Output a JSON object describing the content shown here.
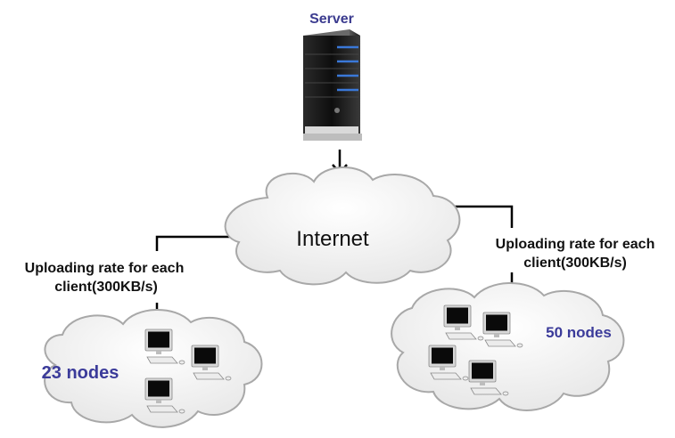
{
  "server": {
    "label": "Server",
    "icon": "server-tower-icon"
  },
  "internet": {
    "label": "Internet"
  },
  "left_group": {
    "rate_line1": "Uploading rate  for each",
    "rate_line2": "client(300KB/s)",
    "node_count": "23 nodes"
  },
  "right_group": {
    "rate_line1": "Uploading rate  for each",
    "rate_line2": "client(300KB/s)",
    "node_count": "50 nodes"
  },
  "colors": {
    "server_label": "#3b3b8f",
    "node_count": "#3b3b9a",
    "cloud_fill": "#f0f0f0",
    "cloud_stroke": "#a8a8a8",
    "line": "#000000"
  }
}
